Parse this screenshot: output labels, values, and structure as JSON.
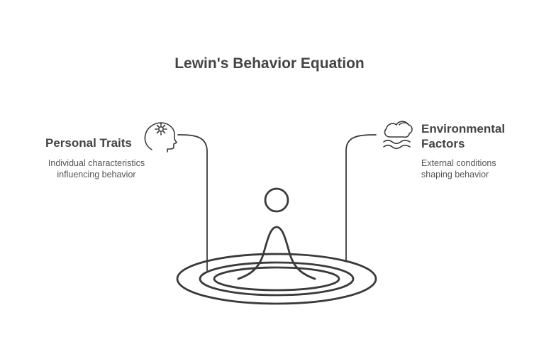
{
  "title": "Lewin's Behavior Equation",
  "left": {
    "heading": "Personal Traits",
    "desc_lines": [
      "Individual characteristics",
      "influencing behavior"
    ],
    "icon": "head-gear-icon"
  },
  "right": {
    "heading_lines": [
      "Environmental",
      "Factors"
    ],
    "desc_lines": [
      "External conditions",
      "shaping behavior"
    ],
    "icon": "cloud-waves-icon"
  },
  "colors": {
    "stroke": "#3a3a3a",
    "text": "#444444",
    "muted": "#555555"
  }
}
